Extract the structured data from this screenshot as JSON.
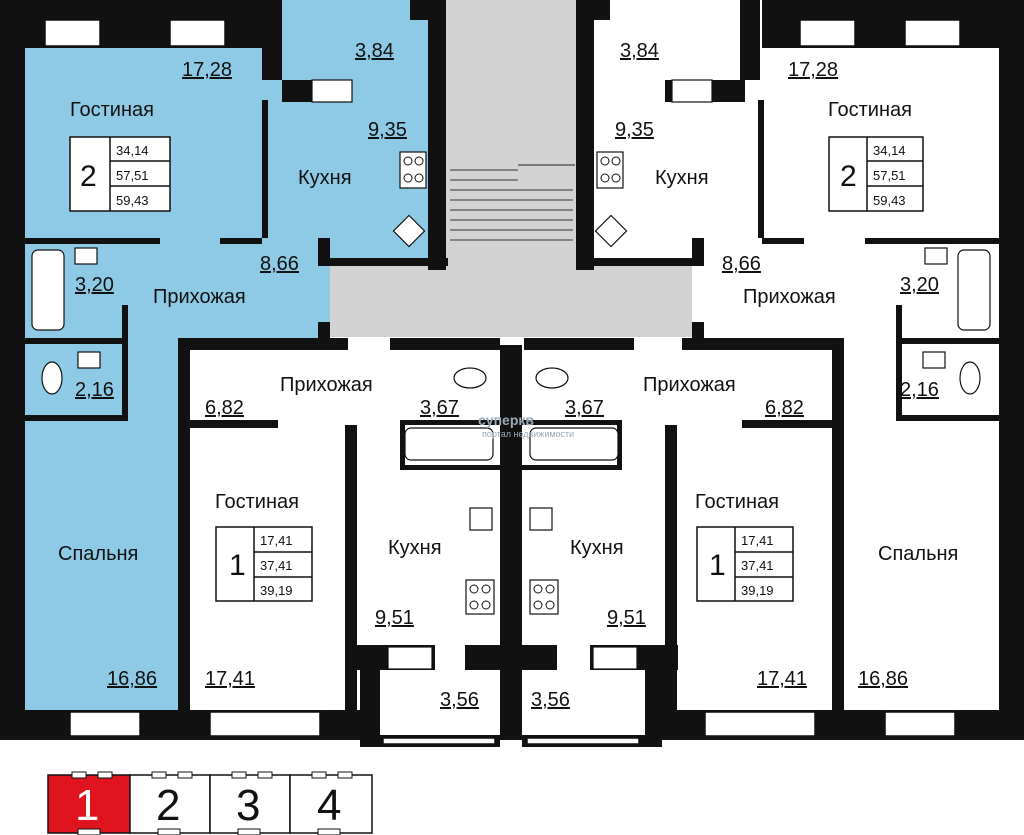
{
  "colors": {
    "selected_apartment": "#8ecae6",
    "stairwell": "#d3d3d3",
    "wall": "#111111",
    "active_tab": "#e0141e"
  },
  "watermark": {
    "brand": "суперкв",
    "tagline": "портал недвижимости"
  },
  "floors": {
    "tabs": [
      "1",
      "2",
      "3",
      "4"
    ],
    "selected": "1"
  },
  "apartments": {
    "left_2room": {
      "living_label": "Гостиная",
      "living_area": "17,28",
      "balcony_area": "3,84",
      "kitchen_label": "Кухня",
      "kitchen_area": "9,35",
      "hall_label": "Прихожая",
      "hall_area": "8,66",
      "bath_area": "3,20",
      "wc_area": "2,16",
      "bedroom_label": "Спальня",
      "bedroom_area": "16,86",
      "rooms": "2",
      "areas": [
        "34,14",
        "57,51",
        "59,43"
      ]
    },
    "right_2room": {
      "living_label": "Гостиная",
      "living_area": "17,28",
      "balcony_area": "3,84",
      "kitchen_label": "Кухня",
      "kitchen_area": "9,35",
      "hall_label": "Прихожая",
      "hall_area": "8,66",
      "bath_area": "3,20",
      "wc_area": "2,16",
      "bedroom_label": "Спальня",
      "bedroom_area": "16,86",
      "rooms": "2",
      "areas": [
        "34,14",
        "57,51",
        "59,43"
      ]
    },
    "left_1room": {
      "hall_label": "Прихожая",
      "hall_area": "6,82",
      "bath_area": "3,67",
      "living_label": "Гостиная",
      "living_area": "17,41",
      "kitchen_label": "Кухня",
      "kitchen_area": "9,51",
      "balcony_area": "3,56",
      "rooms": "1",
      "areas": [
        "17,41",
        "37,41",
        "39,19"
      ]
    },
    "right_1room": {
      "hall_label": "Прихожая",
      "hall_area": "6,82",
      "bath_area": "3,67",
      "living_label": "Гостиная",
      "living_area": "17,41",
      "kitchen_label": "Кухня",
      "kitchen_area": "9,51",
      "balcony_area": "3,56",
      "rooms": "1",
      "areas": [
        "17,41",
        "37,41",
        "39,19"
      ]
    }
  }
}
